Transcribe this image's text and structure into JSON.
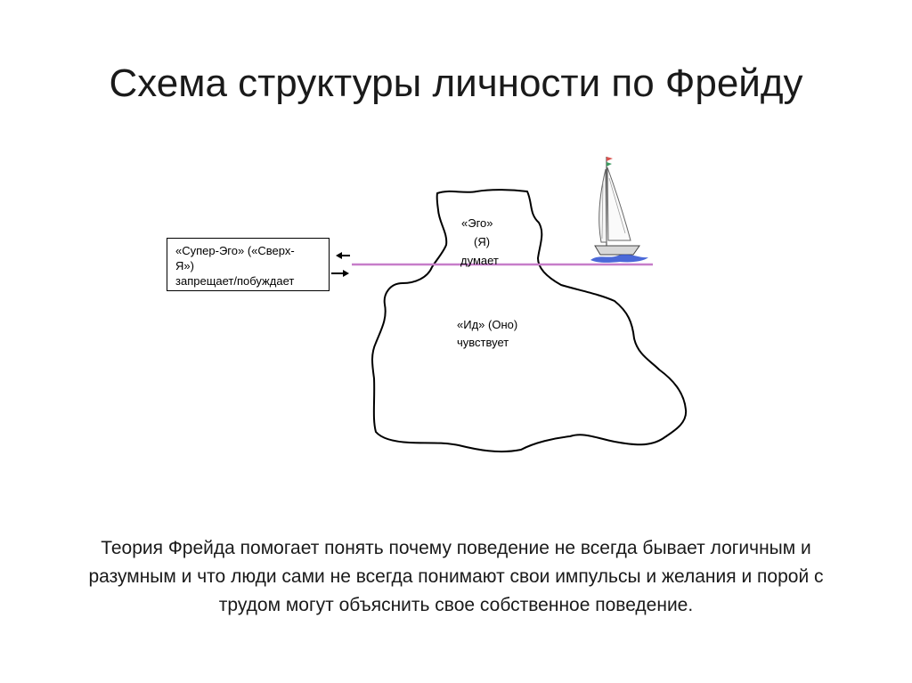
{
  "slide": {
    "title": "Схема структуры личности по Фрейду",
    "caption": "Теория Фрейда помогает понять почему поведение не всегда бывает логичным и разумным и что люди сами не всегда понимают свои импульсы и желания и порой с трудом могут объяснить свое собственное поведение."
  },
  "diagram": {
    "superego": {
      "line1": "«Супер-Эго» («Сверх-",
      "line2": "Я»)",
      "line3": "запрещает/побуждает"
    },
    "ego": {
      "line1": "«Эго»",
      "line2": "(Я)",
      "line3": "думает"
    },
    "id": {
      "line1": "«Ид» (Оно)",
      "line2": "чувствует"
    },
    "colors": {
      "waterline": "#c77dc9",
      "outline": "#000000",
      "flag_red": "#d9534f",
      "flag_green": "#3c9a5f",
      "water_blue": "#2b4fd1"
    },
    "icons": [
      "sailboat-icon",
      "arrow-left-icon",
      "arrow-right-icon"
    ]
  }
}
